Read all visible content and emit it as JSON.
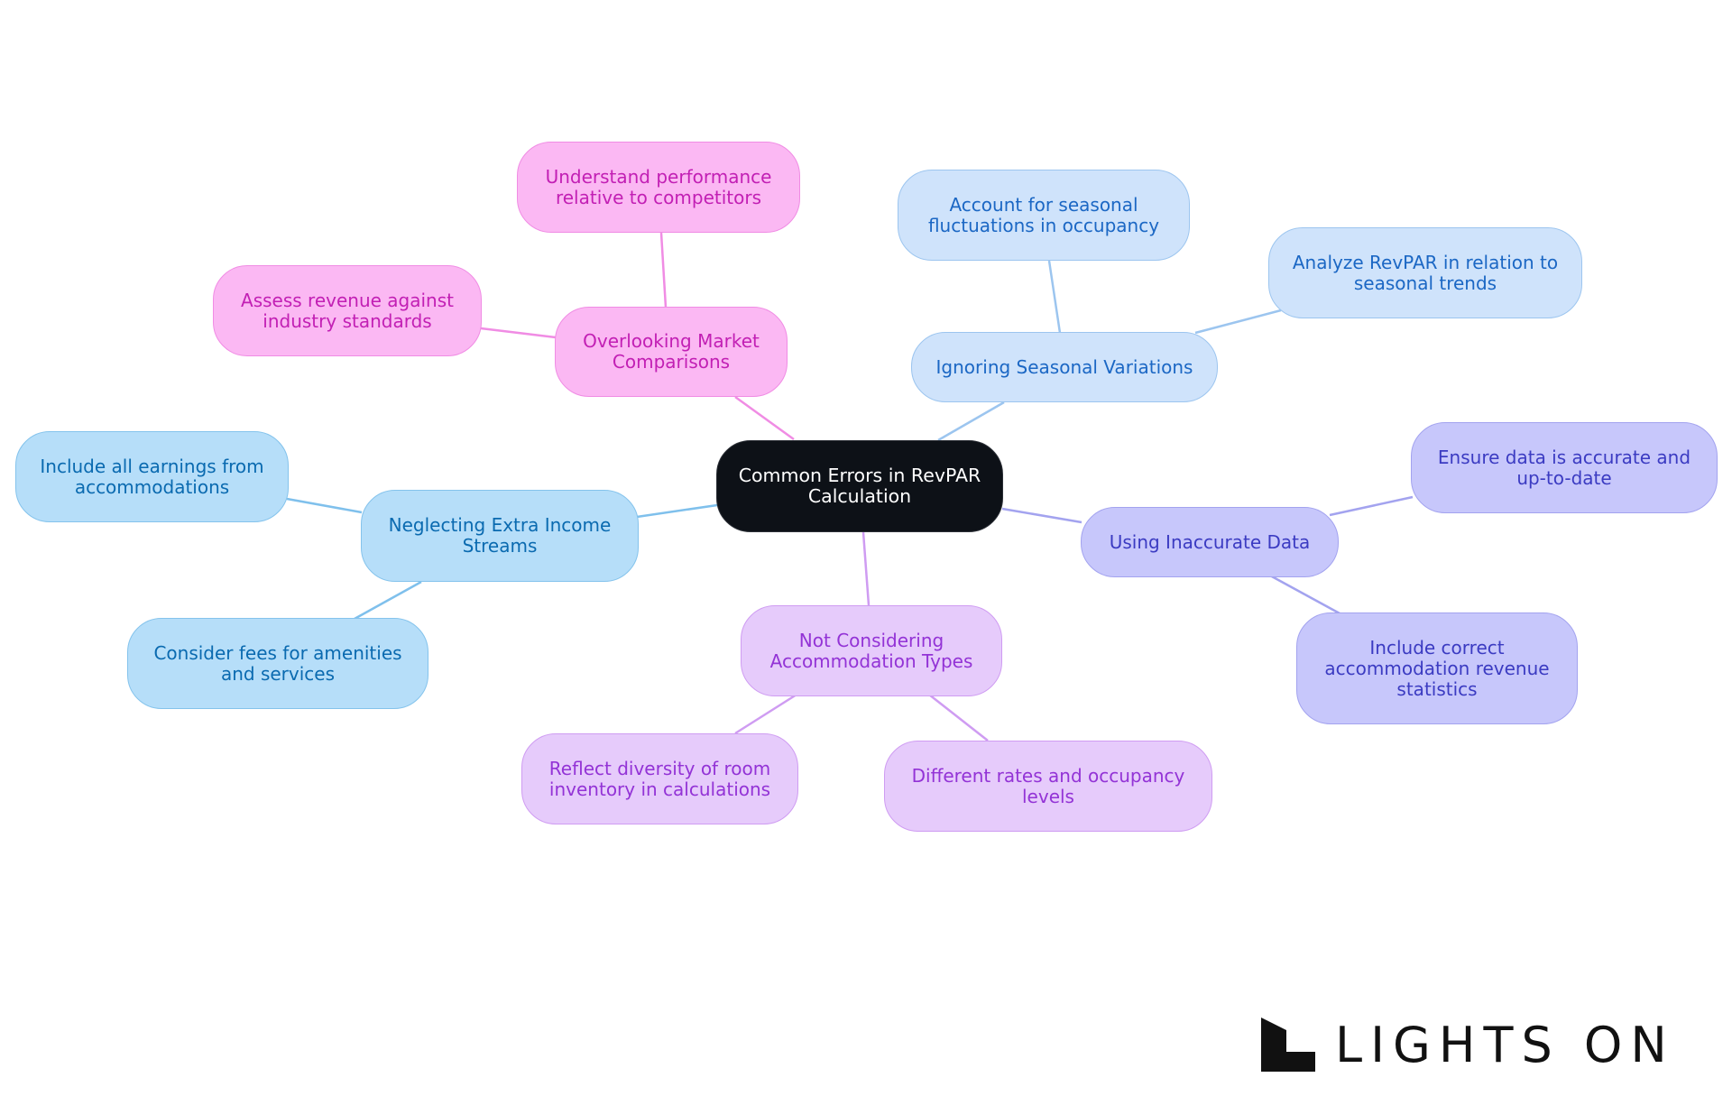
{
  "diagram": {
    "root": "Common Errors in RevPAR Calculation",
    "branches": [
      {
        "label": "Overlooking Market Comparisons",
        "color": "#f08ce4",
        "children": [
          "Understand performance relative to competitors",
          "Assess revenue against industry standards"
        ]
      },
      {
        "label": "Ignoring Seasonal Variations",
        "color": "#9cc5ef",
        "children": [
          "Account for seasonal fluctuations in occupancy",
          "Analyze RevPAR in relation to seasonal trends"
        ]
      },
      {
        "label": "Neglecting Extra Income Streams",
        "color": "#7fc0ec",
        "children": [
          "Include all earnings from accommodations",
          "Consider fees for amenities and services"
        ]
      },
      {
        "label": "Using Inaccurate Data",
        "color": "#a3a3ef",
        "children": [
          "Ensure data is accurate and up-to-date",
          "Include correct accommodation revenue statistics"
        ]
      },
      {
        "label": "Not Considering Accommodation Types",
        "color": "#cf9cf2",
        "children": [
          "Reflect diversity of room inventory in calculations",
          "Different rates and occupancy levels"
        ]
      }
    ]
  },
  "logo": {
    "text": "LIGHTS ON",
    "icon": "lights-on-logo-icon"
  }
}
